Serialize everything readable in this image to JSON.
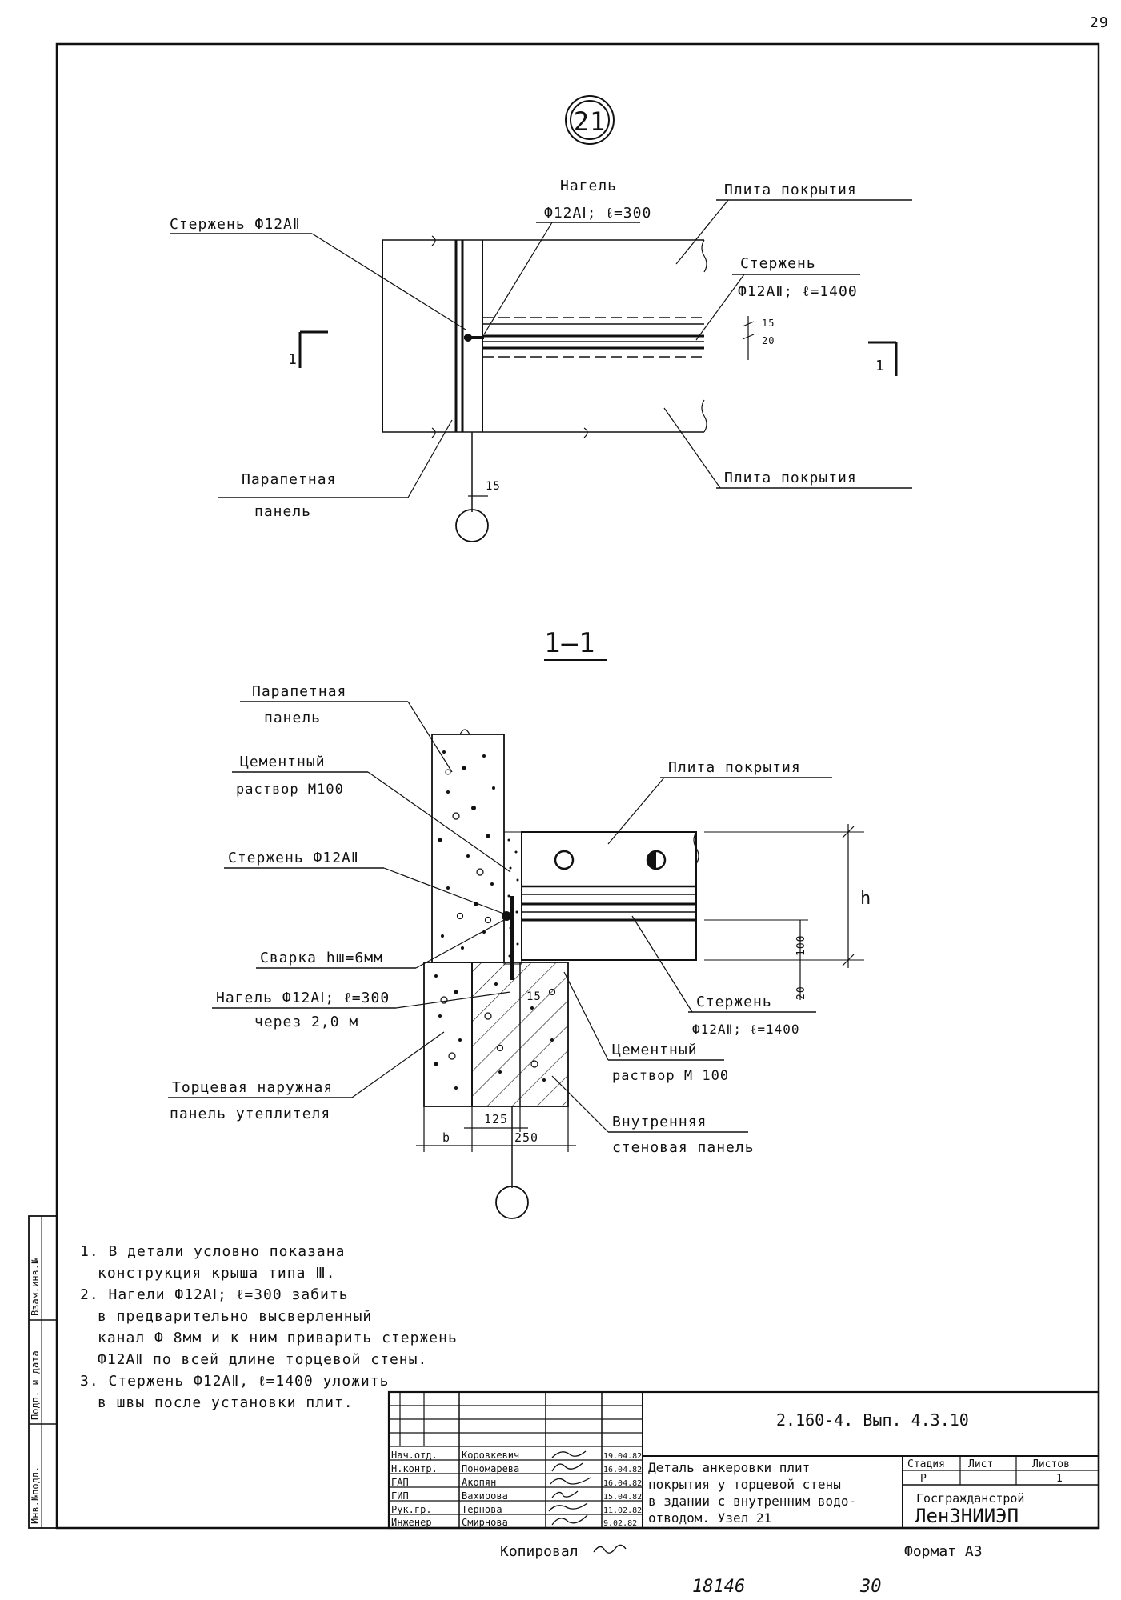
{
  "page_number": "29",
  "node_number": "21",
  "plan": {
    "rod_left": "Стержень Ф12АⅡ",
    "nagel": "Нагель",
    "nagel_spec": "Ф12АⅠ; ℓ=300",
    "slab_top": "Плита покрытия",
    "rod_right": "Стержень",
    "rod_right_spec": "Ф12АⅡ; ℓ=1400",
    "slab_bottom": "Плита покрытия",
    "parapet": "Парапетная",
    "parapet2": "панель",
    "dim_15": "15",
    "dim_15b": "15",
    "dim_20": "20",
    "section_mark": "1"
  },
  "section": {
    "title": "1—1",
    "parapet": "Парапетная",
    "parapet2": "панель",
    "mortar_top": "Цементный",
    "mortar_top2": "раствор М100",
    "rod": "Стержень Ф12АⅡ",
    "weld": "Сварка hш=6мм",
    "nagel": "Нагель Ф12АⅠ; ℓ=300",
    "nagel2": "через 2,0 м",
    "end_panel": "Торцевая наружная",
    "end_panel2": "панель утеплителя",
    "slab": "Плита покрытия",
    "rod_r": "Стержень",
    "rod_r_spec": "Ф12АⅡ; ℓ=1400",
    "mortar_r": "Цементный",
    "mortar_r2": "раствор М 100",
    "inner_panel": "Внутренняя",
    "inner_panel2": "стеновая панель",
    "dim_h": "h",
    "dim_100": "100",
    "dim_20": "20",
    "dim_15": "15",
    "dim_125": "125",
    "dim_250": "250",
    "dim_b": "b"
  },
  "notes": [
    "1. В детали условно показана",
    "конструкция крыша типа Ⅲ.",
    "2. Нагели Ф12АⅠ; ℓ=300 забить",
    "в предварительно высверленный",
    "канал Ф 8мм и к ним приварить стержень",
    "Ф12АⅡ по всей длине торцевой стены.",
    "3. Стержень Ф12АⅡ, ℓ=1400 уложить",
    "в швы после установки плит."
  ],
  "side_stamp": [
    "Инв.№подл.",
    "Подп. и дата",
    "Взам.инв.№"
  ],
  "title_block": {
    "doc_code": "2.160-4. Вып. 4.3.10",
    "title_lines": [
      "Деталь анкеровки плит",
      "покрытия у торцевой стены",
      "в здании с внутренним водо-",
      "отводом.    Узел 21"
    ],
    "stage_label": "Стадия",
    "sheet_label": "Лист",
    "sheets_label": "Листов",
    "stage": "Р",
    "sheet": "",
    "sheets": "1",
    "org1": "Госгражданстрой",
    "org2": "ЛенЗНИИЭП",
    "roles": [
      {
        "role": "Нач.отд.",
        "name": "Коровкевич",
        "date": "19.04.82"
      },
      {
        "role": "Н.контр.",
        "name": "Пономарева",
        "date": "16.04.82"
      },
      {
        "role": "ГАП",
        "name": "Акопян",
        "date": "16.04.82"
      },
      {
        "role": "ГИП",
        "name": "Вахирова",
        "date": "15.04.82"
      },
      {
        "role": "Рук.гр.",
        "name": "Тернова",
        "date": "11.02.82"
      },
      {
        "role": "Инженер",
        "name": "Смирнова",
        "date": "9.02.82"
      }
    ]
  },
  "footer": {
    "copied": "Копировал",
    "format": "Формат А3",
    "number": "18146",
    "page2": "30"
  }
}
